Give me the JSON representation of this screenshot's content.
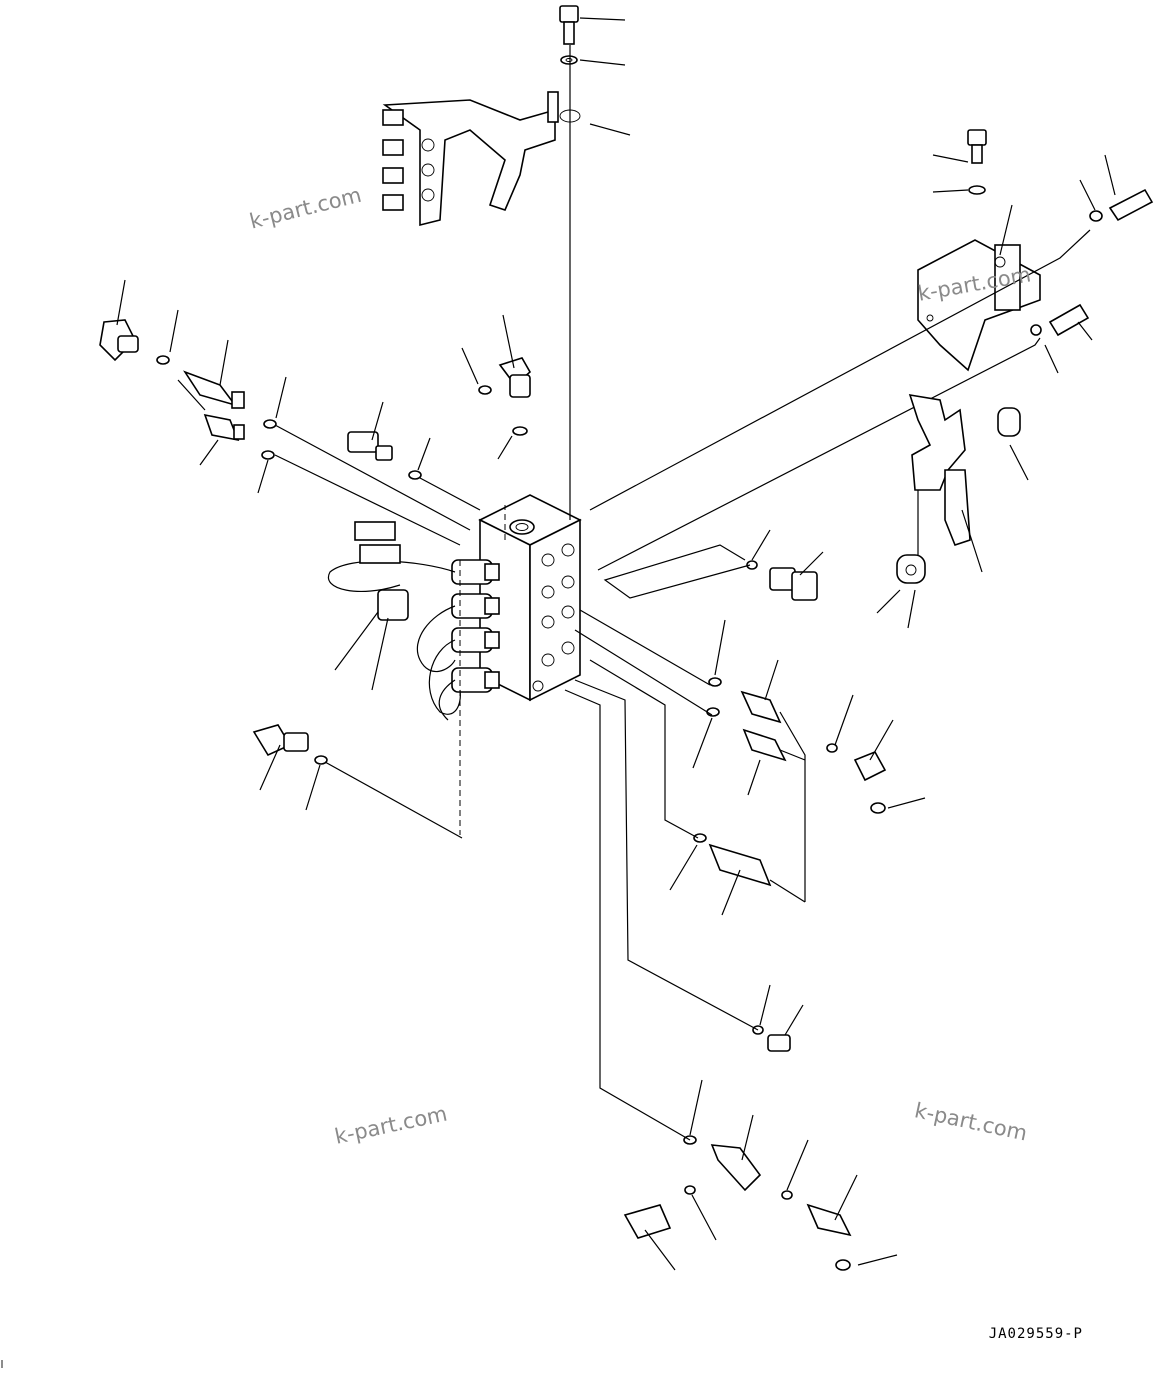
{
  "watermarks": [
    "k-part.com",
    "k-part.com",
    "k-part.com",
    "k-part.com"
  ],
  "drawing_code": "JA029559-P"
}
